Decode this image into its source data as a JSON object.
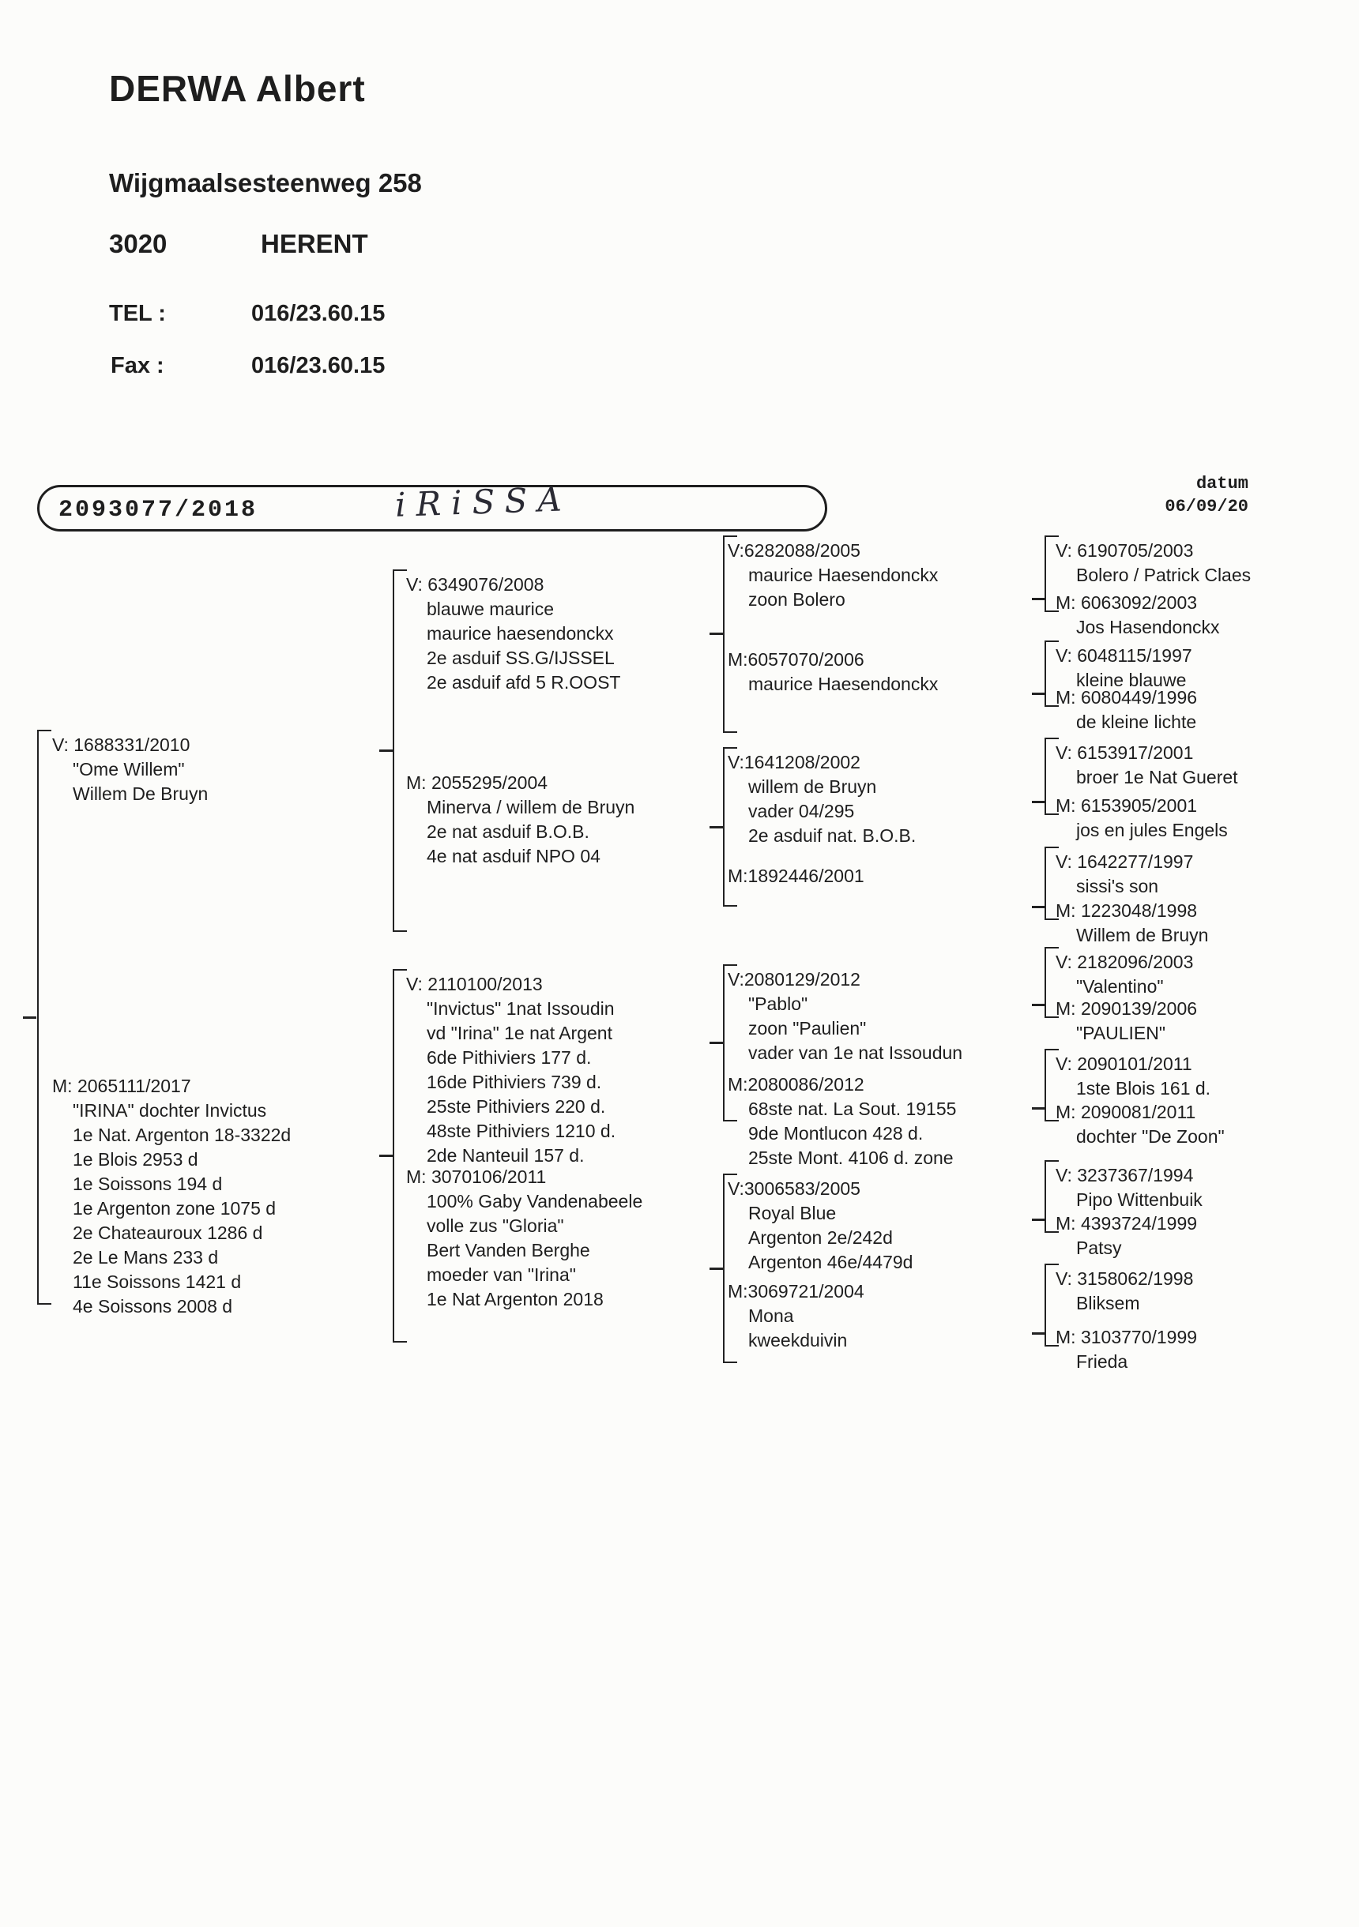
{
  "header": {
    "name": "DERWA Albert",
    "street": "Wijgmaalsesteenweg 258",
    "postal": "3020",
    "city": "HERENT",
    "tel_label": "TEL :",
    "tel_value": "016/23.60.15",
    "fax_label": "Fax :",
    "fax_value": "016/23.60.15"
  },
  "ring_box": {
    "ring_number": "2093077/2018",
    "handwritten_name": "iRiSSA"
  },
  "date": {
    "label": "datum",
    "value": "06/09/20"
  },
  "pedigree": {
    "gen1": [
      {
        "id": "V: 1688331/2010",
        "lines": [
          "\"Ome Willem\"",
          "Willem De Bruyn"
        ]
      },
      {
        "id": "M: 2065111/2017",
        "lines": [
          "\"IRINA\" dochter Invictus",
          "1e Nat. Argenton 18-3322d",
          "1e Blois 2953 d",
          "1e Soissons 194 d",
          "1e Argenton zone 1075 d",
          "2e Chateauroux 1286 d",
          "2e Le Mans 233 d",
          "11e Soissons 1421 d",
          "4e Soissons 2008 d"
        ]
      }
    ],
    "gen2": [
      {
        "id": "V: 6349076/2008",
        "lines": [
          "blauwe maurice",
          "maurice haesendonckx",
          "2e asduif SS.G/IJSSEL",
          "2e asduif afd 5 R.OOST"
        ]
      },
      {
        "id": "M: 2055295/2004",
        "lines": [
          "Minerva / willem de Bruyn",
          "2e nat asduif B.O.B.",
          "4e nat asduif NPO 04"
        ]
      },
      {
        "id": "V: 2110100/2013",
        "lines": [
          "\"Invictus\" 1nat Issoudin",
          "vd \"Irina\" 1e nat Argent",
          "6de Pithiviers 177 d.",
          "16de Pithiviers 739 d.",
          "25ste Pithiviers 220 d.",
          "48ste Pithiviers 1210 d.",
          "2de Nanteuil 157 d."
        ]
      },
      {
        "id": "M: 3070106/2011",
        "lines": [
          "100% Gaby Vandenabeele",
          "volle zus \"Gloria\"",
          "Bert Vanden Berghe",
          "moeder van \"Irina\"",
          "1e Nat Argenton 2018"
        ]
      }
    ],
    "gen3": [
      {
        "id": "V:6282088/2005",
        "lines": [
          "maurice Haesendonckx",
          "zoon Bolero"
        ]
      },
      {
        "id": "M:6057070/2006",
        "lines": [
          "maurice Haesendonckx"
        ]
      },
      {
        "id": "V:1641208/2002",
        "lines": [
          "willem de Bruyn",
          "vader 04/295",
          "2e asduif nat. B.O.B."
        ]
      },
      {
        "id": "M:1892446/2001",
        "lines": []
      },
      {
        "id": "V:2080129/2012",
        "lines": [
          "\"Pablo\"",
          "zoon \"Paulien\"",
          "vader van 1e nat Issoudun"
        ]
      },
      {
        "id": "M:2080086/2012",
        "lines": [
          "68ste nat. La Sout. 19155",
          "9de Montlucon 428 d.",
          "25ste Mont. 4106 d. zone"
        ]
      },
      {
        "id": "V:3006583/2005",
        "lines": [
          "Royal Blue",
          "Argenton 2e/242d",
          "Argenton 46e/4479d"
        ]
      },
      {
        "id": "M:3069721/2004",
        "lines": [
          "Mona",
          "kweekduivin"
        ]
      }
    ],
    "gen4": [
      {
        "id": "V: 6190705/2003",
        "lines": [
          "Bolero / Patrick Claes"
        ]
      },
      {
        "id": "M: 6063092/2003",
        "lines": [
          "Jos Hasendonckx"
        ]
      },
      {
        "id": "V: 6048115/1997",
        "lines": [
          "kleine blauwe"
        ]
      },
      {
        "id": "M: 6080449/1996",
        "lines": [
          "de kleine lichte"
        ]
      },
      {
        "id": "V: 6153917/2001",
        "lines": [
          "broer 1e Nat Gueret"
        ]
      },
      {
        "id": "M: 6153905/2001",
        "lines": [
          "jos en jules Engels"
        ]
      },
      {
        "id": "V: 1642277/1997",
        "lines": [
          "sissi's son"
        ]
      },
      {
        "id": "M: 1223048/1998",
        "lines": [
          "Willem de Bruyn"
        ]
      },
      {
        "id": "V: 2182096/2003",
        "lines": [
          "\"Valentino\""
        ]
      },
      {
        "id": "M: 2090139/2006",
        "lines": [
          "\"PAULIEN\""
        ]
      },
      {
        "id": "V: 2090101/2011",
        "lines": [
          "1ste Blois 161 d."
        ]
      },
      {
        "id": "M: 2090081/2011",
        "lines": [
          "dochter \"De Zoon\""
        ]
      },
      {
        "id": "V: 3237367/1994",
        "lines": [
          "Pipo Wittenbuik"
        ]
      },
      {
        "id": "M: 4393724/1999",
        "lines": [
          "Patsy"
        ]
      },
      {
        "id": "V: 3158062/1998",
        "lines": [
          "Bliksem"
        ]
      },
      {
        "id": "M: 3103770/1999",
        "lines": [
          "Frieda"
        ]
      }
    ]
  }
}
